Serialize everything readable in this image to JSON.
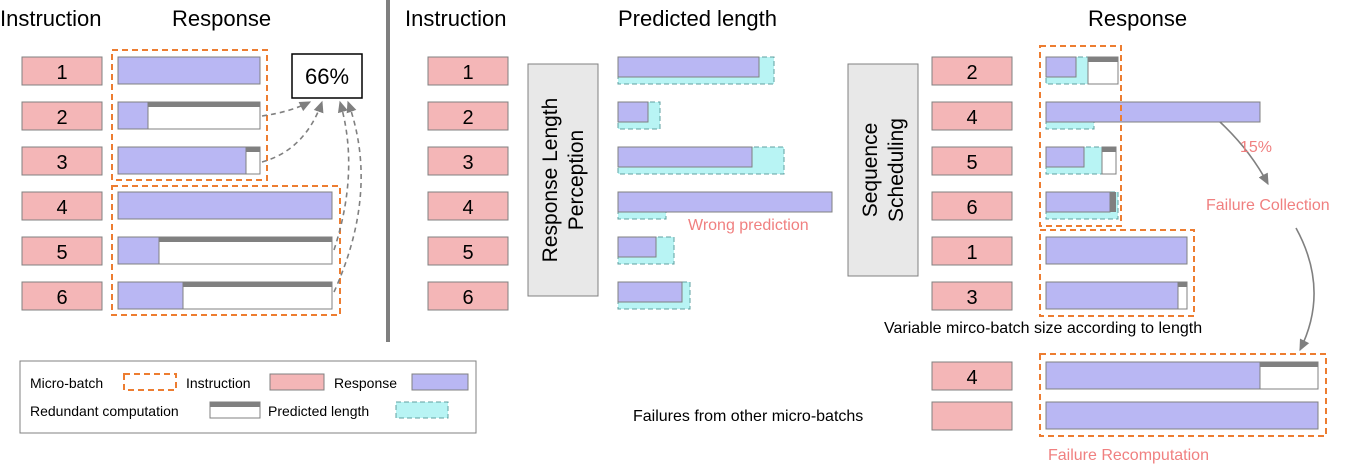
{
  "left_panel": {
    "header_instruction": "Instruction",
    "header_response": "Response",
    "instructions": [
      "1",
      "2",
      "3",
      "4",
      "5",
      "6"
    ],
    "redundancy_label": "66%"
  },
  "legend": {
    "micro_batch": "Micro-batch",
    "instruction": "Instruction",
    "response": "Response",
    "redundant_computation": "Redundant computation",
    "predicted_length": "Predicted length"
  },
  "right_panel": {
    "header_instruction": "Instruction",
    "header_predicted_length": "Predicted length",
    "header_response": "Response",
    "instructions": [
      "1",
      "2",
      "3",
      "4",
      "5",
      "6"
    ],
    "perception_box": [
      "Response Length",
      "Perception"
    ],
    "scheduling_box": [
      "Sequence",
      "Scheduling"
    ],
    "wrong_prediction": "Wrong prediction",
    "scheduled_instructions": [
      "2",
      "4",
      "5",
      "6",
      "1",
      "3"
    ],
    "failure_percent": "15%",
    "failure_collection": "Failure Collection",
    "variable_batch_note": "Variable mirco-batch size according to length",
    "recompute_instruction": "4",
    "failures_other_label": "Failures from other micro-batchs",
    "failure_recomputation": "Failure Recomputation"
  },
  "colors": {
    "instruction": "#f4b6b7",
    "response": "#b9b7f3",
    "predicted": "#b8f4f4",
    "micro_batch_border": "#ed7d31",
    "redundant_bar": "#808080",
    "divider": "#7f7f7f",
    "label_red": "#f08080",
    "scheduler_box": "#e8e8e8"
  }
}
